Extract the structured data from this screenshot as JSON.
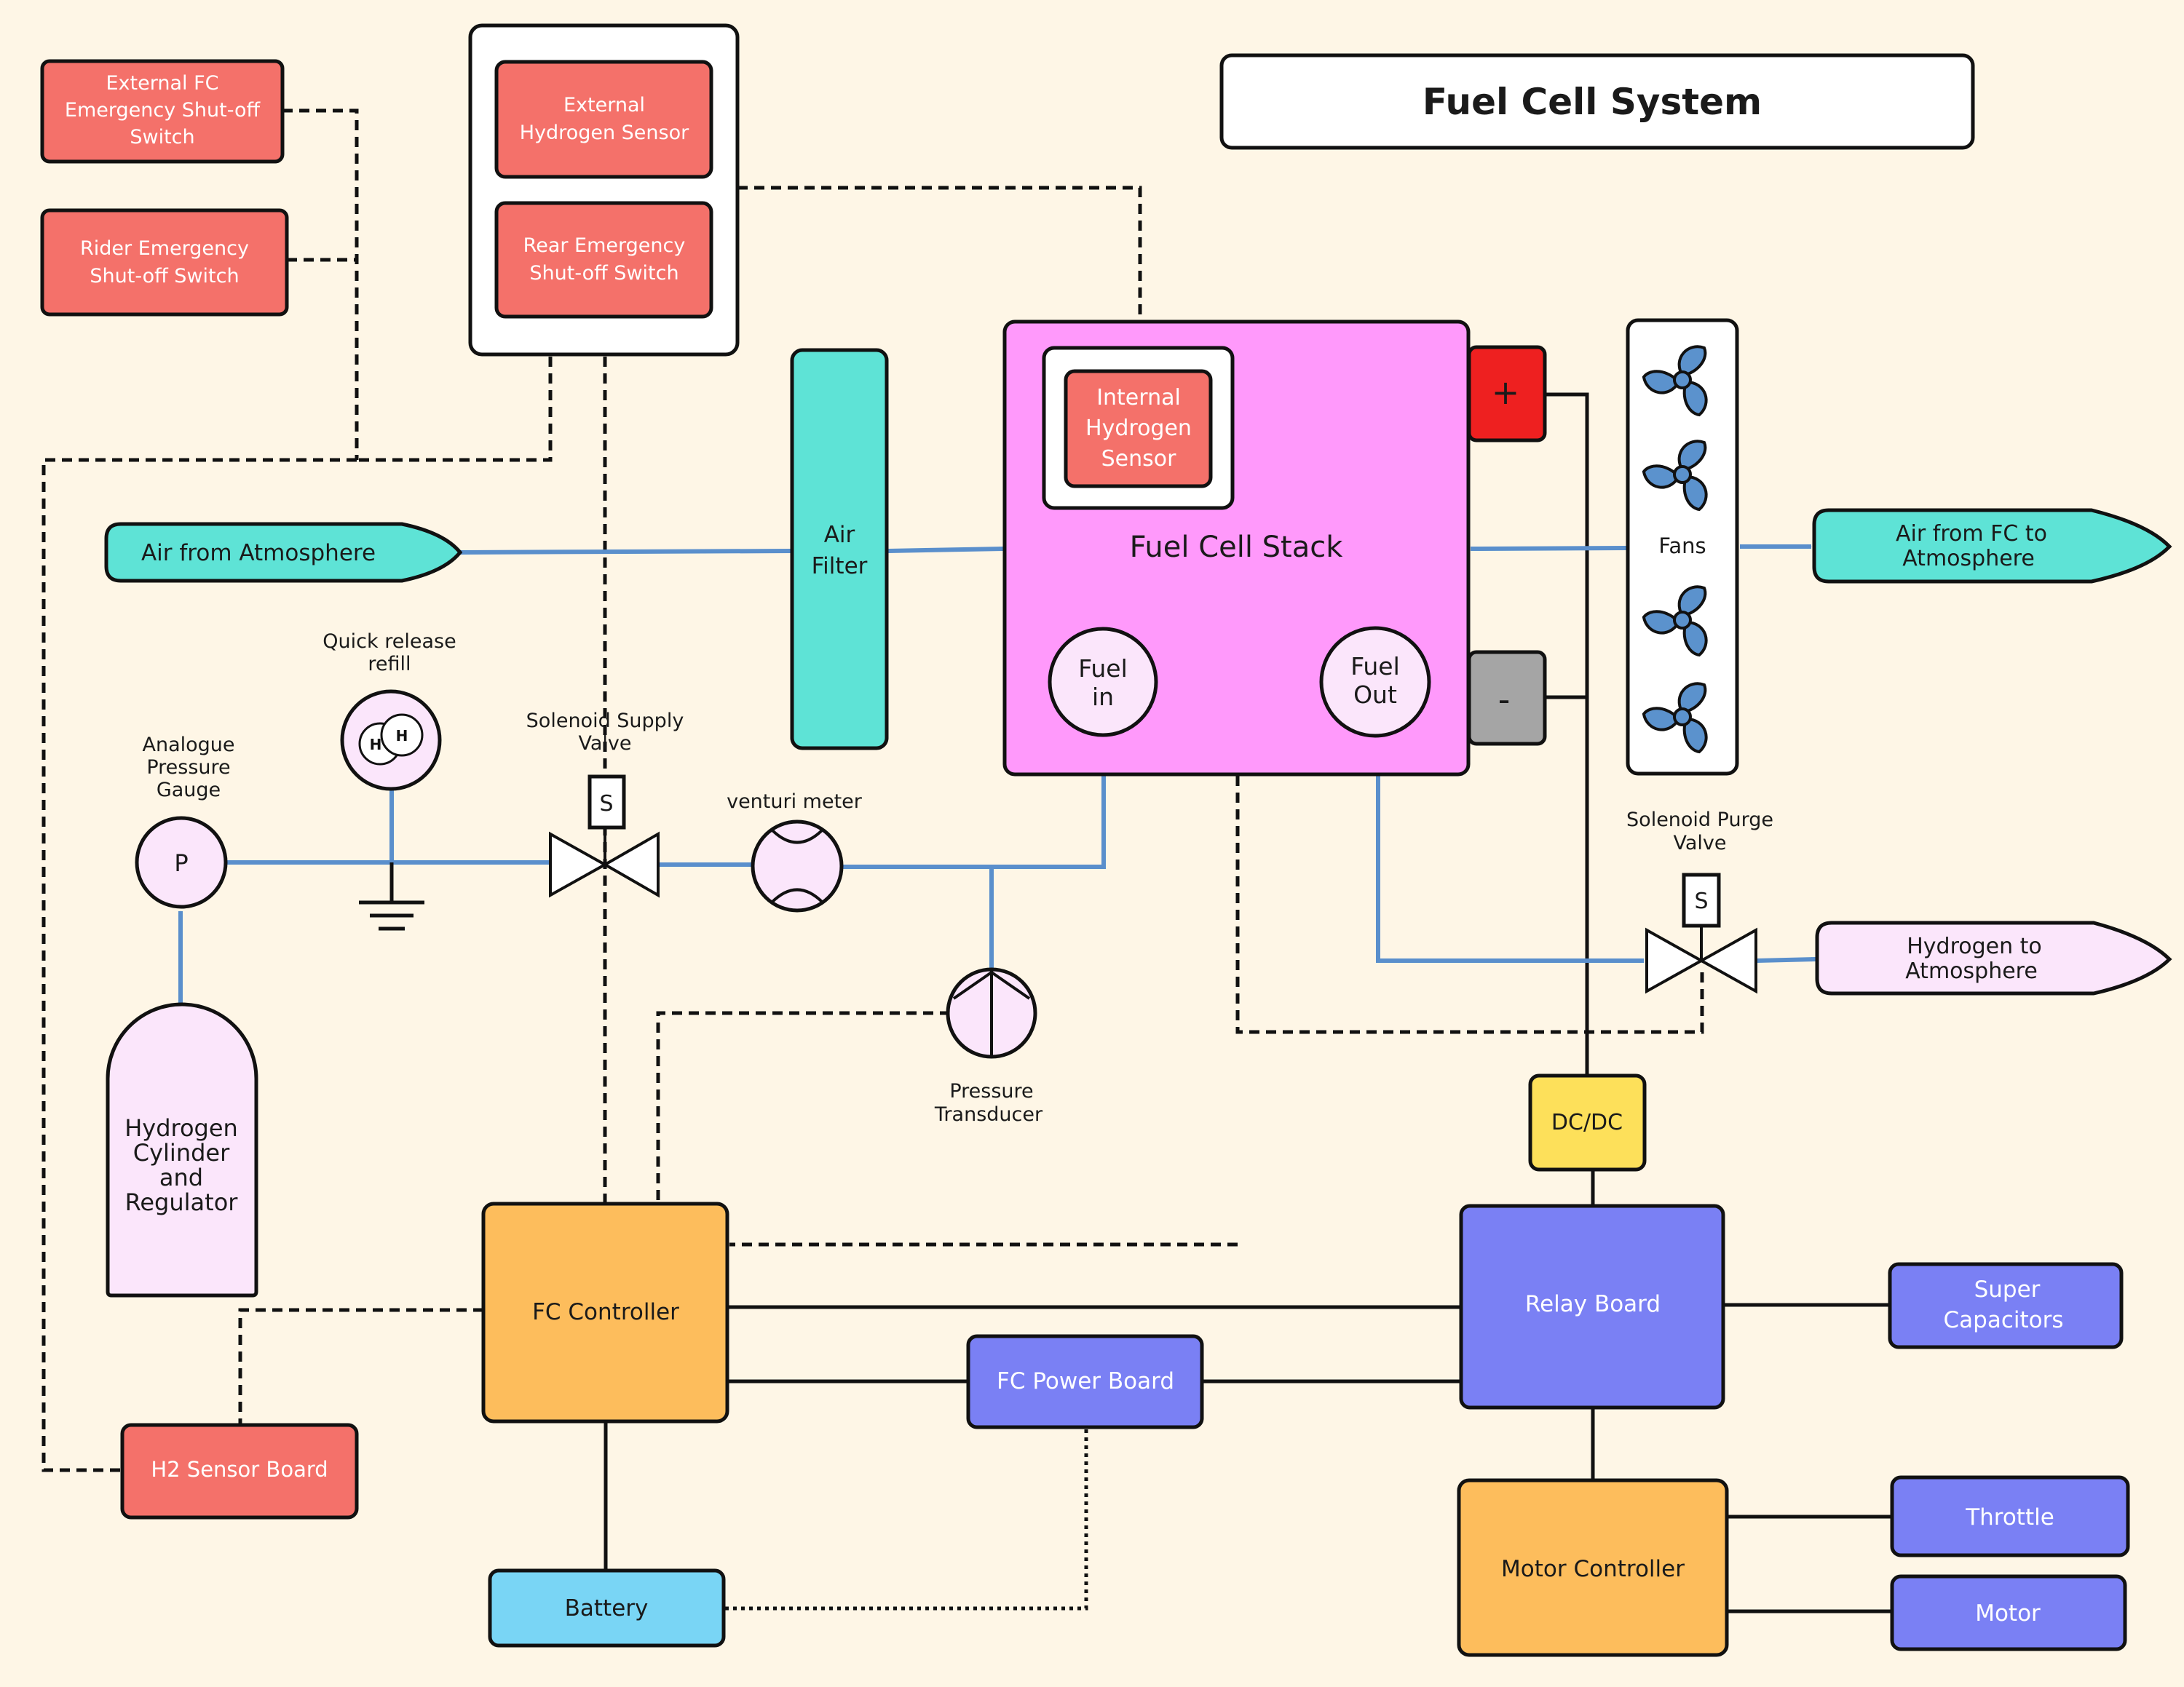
{
  "title": "Fuel Cell System",
  "colors": {
    "background": "#fef6e6",
    "sensor_red": "#f4716a",
    "cyan": "#5ee3d6",
    "stack_pink": "#ff99fb",
    "light_pink": "#fbe6fb",
    "controller_orange": "#fdbd5c",
    "periwinkle": "#7a80f4",
    "battery_blue": "#79d5f5",
    "dcdc_yellow": "#fde05a",
    "positive_red": "#ee2020",
    "negative_gray": "#a5a5a5",
    "flow_blue": "#5a8fcc",
    "fan_blue": "#5b92cd"
  },
  "switches": {
    "external_fc_shutoff": [
      "External FC",
      "Emergency Shut-off",
      "Switch"
    ],
    "rider_shutoff": [
      "Rider Emergency",
      "Shut-off Switch"
    ],
    "external_h2_sensor": [
      "External",
      "Hydrogen Sensor"
    ],
    "rear_shutoff": [
      "Rear Emergency",
      "Shut-off Switch"
    ]
  },
  "stack": {
    "label": "Fuel Cell Stack",
    "internal_sensor": [
      "Internal",
      "Hydrogen",
      "Sensor"
    ],
    "fuel_in": [
      "Fuel",
      "in"
    ],
    "fuel_out": [
      "Fuel",
      "Out"
    ],
    "positive": "+",
    "negative": "-"
  },
  "air": {
    "from_atmosphere": "Air from Atmosphere",
    "filter": [
      "Air",
      "Filter"
    ],
    "fans": "Fans",
    "to_atmosphere": [
      "Air from FC to",
      "Atmosphere"
    ]
  },
  "hydrogen": {
    "quick_refill": [
      "Quick release",
      "refill"
    ],
    "refill_glyph": "H",
    "gauge_label": [
      "Analogue",
      "Pressure",
      "Gauge"
    ],
    "gauge_glyph": "P",
    "supply_valve_label": [
      "Solenoid Supply",
      "Valve"
    ],
    "valve_glyph": "S",
    "venturi_label": "venturi meter",
    "transducer_label": [
      "Pressure",
      "Transducer"
    ],
    "cylinder": [
      "Hydrogen",
      "Cylinder",
      "and",
      "Regulator"
    ],
    "purge_valve_label": [
      "Solenoid Purge",
      "Valve"
    ],
    "to_atmosphere": [
      "Hydrogen to",
      "Atmosphere"
    ]
  },
  "electrical": {
    "dcdc": "DC/DC",
    "relay_board": "Relay Board",
    "super_capacitors": [
      "Super",
      "Capacitors"
    ],
    "fc_controller": "FC Controller",
    "fc_power_board": "FC Power Board",
    "h2_sensor_board": "H2 Sensor Board",
    "battery": "Battery",
    "motor_controller": "Motor Controller",
    "throttle": "Throttle",
    "motor": "Motor"
  }
}
